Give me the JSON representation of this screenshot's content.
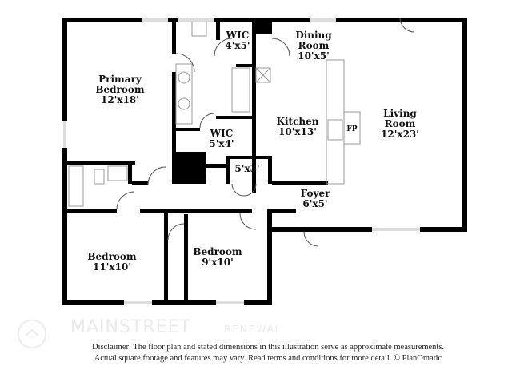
{
  "rooms": [
    {
      "name": "WIC",
      "dims": "4'x5'"
    },
    {
      "name": "Dining Room",
      "dims": "10'x5'"
    },
    {
      "name": "Primary Bedroom",
      "dims": "12'x18'"
    },
    {
      "name": "Living Room",
      "dims": "12'x23'"
    },
    {
      "name": "Kitchen",
      "dims": "10'x13'"
    },
    {
      "name": "WIC",
      "dims": "5'x4'"
    },
    {
      "name": "",
      "dims": "5'x3'"
    },
    {
      "name": "Foyer",
      "dims": "6'x5'"
    },
    {
      "name": "Bedroom",
      "dims": "11'x10'"
    },
    {
      "name": "Bedroom",
      "dims": "9'x10'"
    }
  ],
  "fireplace_label": "FP",
  "logo": {
    "main": "MAINSTREET",
    "sub": "RENEWAL"
  },
  "disclaimer": {
    "line1": "Disclaimer: The floor plan and stated dimensions in this illustration serve as approximate measurements.",
    "line2": "Actual square footage and features may vary. Read terms and conditions for more detail. © PlanOmatic"
  },
  "colors": {
    "wall": "#000000",
    "fixture": "#999999"
  }
}
